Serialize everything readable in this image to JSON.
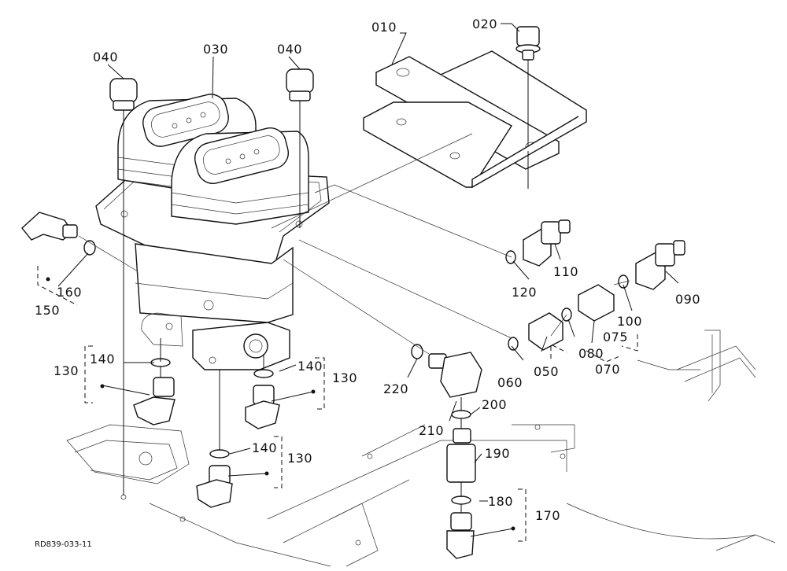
{
  "drawing_code": "RD839-033-11",
  "callouts": [
    {
      "id": "c010",
      "text": "010"
    },
    {
      "id": "c020",
      "text": "020"
    },
    {
      "id": "c030",
      "text": "030"
    },
    {
      "id": "c040a",
      "text": "040"
    },
    {
      "id": "c040b",
      "text": "040"
    },
    {
      "id": "c050",
      "text": "050"
    },
    {
      "id": "c060",
      "text": "060"
    },
    {
      "id": "c070",
      "text": "070"
    },
    {
      "id": "c075",
      "text": "075"
    },
    {
      "id": "c080",
      "text": "080"
    },
    {
      "id": "c090",
      "text": "090"
    },
    {
      "id": "c100",
      "text": "100"
    },
    {
      "id": "c110",
      "text": "110"
    },
    {
      "id": "c120",
      "text": "120"
    },
    {
      "id": "c130a",
      "text": "130"
    },
    {
      "id": "c130b",
      "text": "130"
    },
    {
      "id": "c130c",
      "text": "130"
    },
    {
      "id": "c140a",
      "text": "140"
    },
    {
      "id": "c140b",
      "text": "140"
    },
    {
      "id": "c140c",
      "text": "140"
    },
    {
      "id": "c150",
      "text": "150"
    },
    {
      "id": "c160",
      "text": "160"
    },
    {
      "id": "c170",
      "text": "170"
    },
    {
      "id": "c180",
      "text": "180"
    },
    {
      "id": "c190",
      "text": "190"
    },
    {
      "id": "c200",
      "text": "200"
    },
    {
      "id": "c210",
      "text": "210"
    },
    {
      "id": "c220",
      "text": "220"
    }
  ]
}
